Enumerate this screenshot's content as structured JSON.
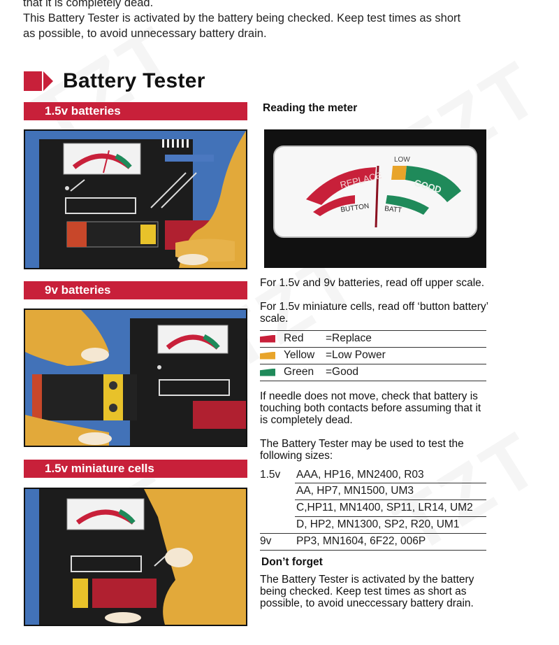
{
  "intro": {
    "line0": "that it is completely dead.",
    "line1": "This Battery Tester is activated by the battery being checked. Keep test times as short",
    "line2": "as possible, to avoid unnecessary battery drain."
  },
  "title": "Battery Tester",
  "sections": {
    "s1": "1.5v batteries",
    "s2": "9v batteries",
    "s3": "1.5v miniature cells"
  },
  "meter": {
    "heading": "Reading the meter",
    "replace": "REPLACE",
    "low": "LOW",
    "good": "GOOD",
    "button": "BUTTON",
    "batt": "BATT"
  },
  "reading": {
    "p1": "For 1.5v and 9v batteries, read off upper scale.",
    "p2": "For 1.5v miniature cells, read off ‘button battery’ scale."
  },
  "legend": [
    {
      "name": "Red",
      "meaning": "=Replace",
      "color": "#c8203a"
    },
    {
      "name": "Yellow",
      "meaning": "=Low Power",
      "color": "#e8a42a"
    },
    {
      "name": "Green",
      "meaning": "=Good",
      "color": "#1f8a5a"
    }
  ],
  "needle_note": "If needle does not move, check that battery is touching both contacts before assuming that it is completely dead.",
  "sizes": {
    "intro": "The Battery Tester may be used to test the following sizes:",
    "rows": [
      {
        "label": "1.5v",
        "value": "AAA, HP16, MN2400, R03"
      },
      {
        "label": "",
        "value": "AA, HP7, MN1500, UM3"
      },
      {
        "label": "",
        "value": "C,HP11, MN1400, SP11, LR14, UM2"
      },
      {
        "label": "",
        "value": "D, HP2, MN1300, SP2, R20, UM1"
      },
      {
        "label": "9v",
        "value": "PP3, MN1604, 6F22, 006P"
      }
    ]
  },
  "dont_forget": {
    "heading": "Don’t forget",
    "text": "The Battery Tester is activated by the battery being checked. Keep test times as short as possible, to avoid uneccessary battery drain."
  }
}
